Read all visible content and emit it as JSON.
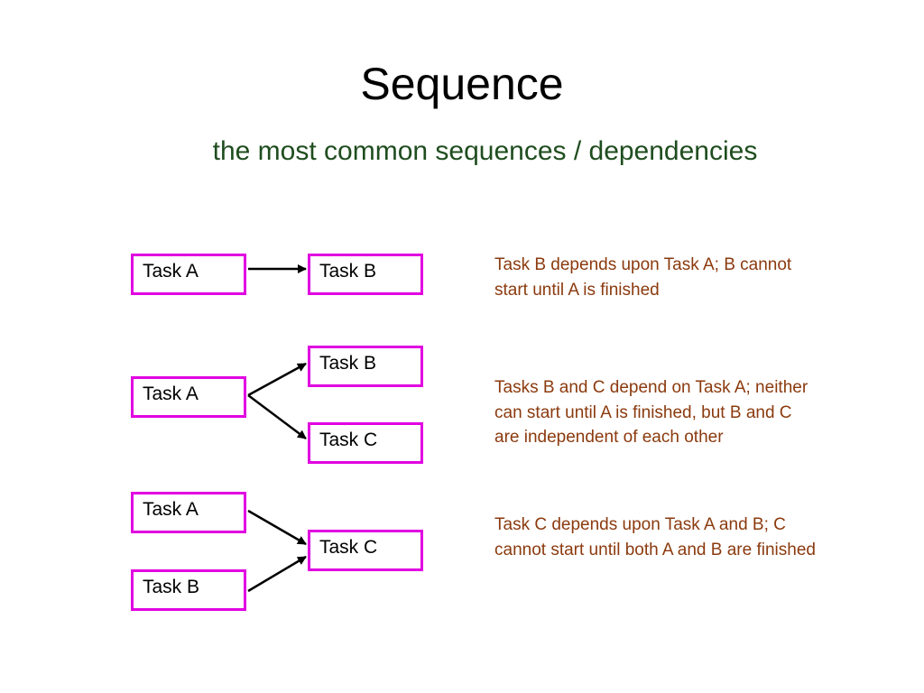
{
  "title": "Sequence",
  "subtitle": "the most common sequences / dependencies",
  "colors": {
    "title": "#000000",
    "subtitle": "#1f4d1f",
    "box_border": "#e100e1",
    "note_text": "#8b3a0e",
    "arrow": "#000000"
  },
  "diagrams": [
    {
      "boxes": [
        "Task A",
        "Task B"
      ],
      "note": "Task B depends upon Task A; B cannot start until A is finished"
    },
    {
      "boxes": [
        "Task A",
        "Task B",
        "Task C"
      ],
      "note": "Tasks B and C depend on Task A; neither can start until A is finished, but B and C are independent of each other"
    },
    {
      "boxes": [
        "Task A",
        "Task B",
        "Task C"
      ],
      "note": "Task C depends upon Task A and B;  C cannot start until both A and B are finished"
    }
  ]
}
